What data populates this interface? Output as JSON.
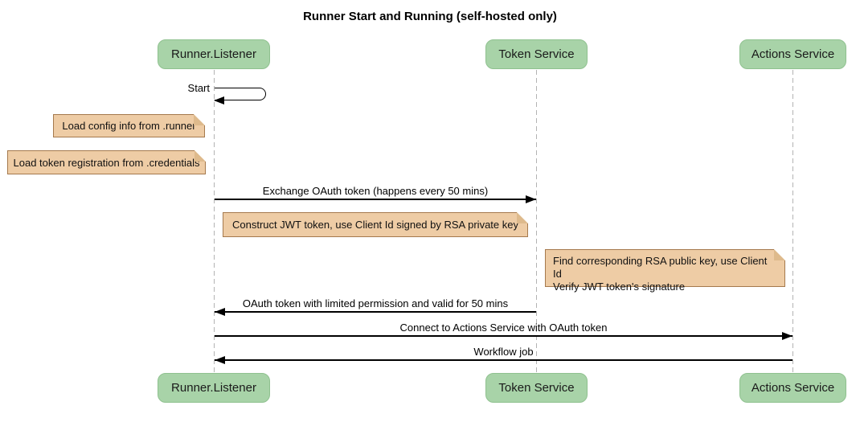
{
  "title": "Runner Start and Running (self-hosted only)",
  "participants": [
    {
      "label": "Runner.Listener"
    },
    {
      "label": "Token Service"
    },
    {
      "label": "Actions Service"
    }
  ],
  "messages": {
    "start": "Start",
    "exchange": "Exchange OAuth token (happens every 50 mins)",
    "oauth_return": "OAuth token with limited permission and valid for 50 mins",
    "connect": "Connect to Actions Service with OAuth token",
    "workflow": "Workflow job"
  },
  "notes": {
    "load_config": "Load config info from .runner",
    "load_credentials": "Load token registration from .credentials",
    "construct_jwt": "Construct JWT token, use Client Id signed by RSA private key",
    "verify_line1": "Find corresponding RSA public key, use Client Id",
    "verify_line2": "Verify JWT token's signature"
  },
  "colors": {
    "participant_fill": "#a8d3a8",
    "participant_border": "#8fc18f",
    "note_fill": "#eecca5",
    "note_border": "#a5794d",
    "lifeline_gray": "#b3b3b3",
    "arrow_black": "#000000",
    "background": "#ffffff"
  }
}
